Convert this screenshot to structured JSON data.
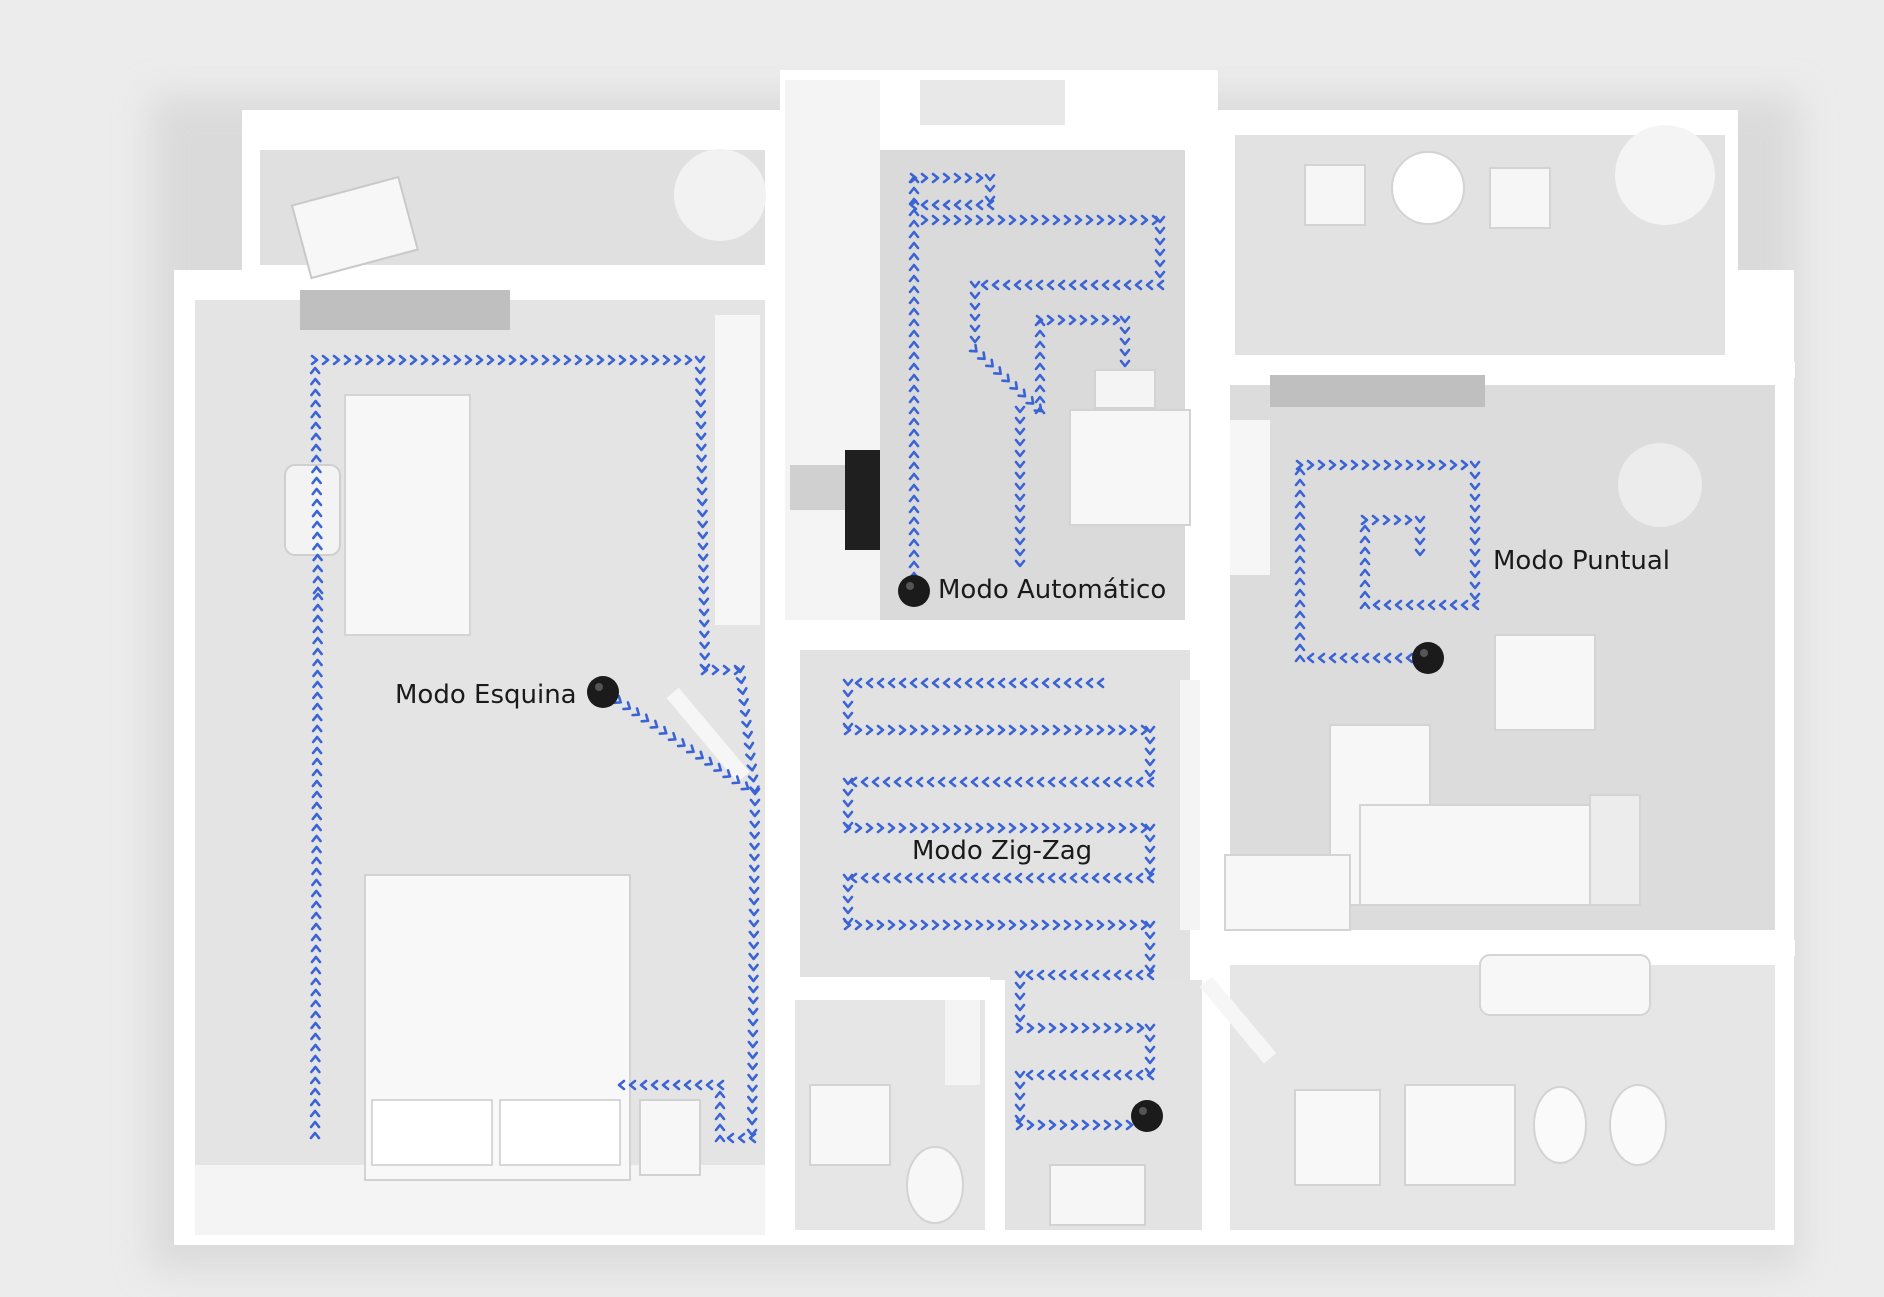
{
  "labels": {
    "corner": "Modo Esquina",
    "auto": "Modo Automático",
    "zigzag": "Modo Zig-Zag",
    "spot": "Modo Puntual"
  },
  "colors": {
    "path": "#3a63d6",
    "robot": "#1b1b1b",
    "wall": "#ffffff",
    "floor": "#dcdcdc",
    "background": "#ececec"
  },
  "icons": {
    "robot": "robot-vacuum-icon",
    "path": "chevron-path-arrow"
  }
}
